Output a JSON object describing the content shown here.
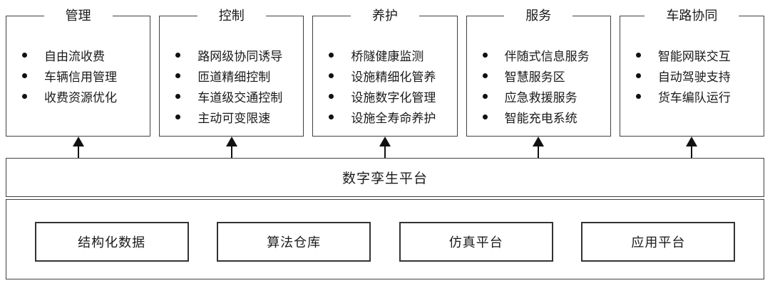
{
  "diagram": {
    "colors": {
      "border": "#404040",
      "text": "#1a1a1a",
      "background": "#ffffff"
    },
    "top_boxes": [
      {
        "title": "管理",
        "items": [
          "自由流收费",
          "车辆信用管理",
          "收费资源优化"
        ]
      },
      {
        "title": "控制",
        "items": [
          "路网级协同诱导",
          "匝道精细控制",
          "车道级交通控制",
          "主动可变限速"
        ]
      },
      {
        "title": "养护",
        "items": [
          "桥隧健康监测",
          "设施精细化管养",
          "设施数字化管理",
          "设施全寿命养护"
        ]
      },
      {
        "title": "服务",
        "items": [
          "伴随式信息服务",
          "智慧服务区",
          "应急救援服务",
          "智能充电系统"
        ]
      },
      {
        "title": "车路协同",
        "items": [
          "智能网联交互",
          "自动驾驶支持",
          "货车编队运行"
        ]
      }
    ],
    "platform_bar": {
      "label": "数字孪生平台"
    },
    "foundation_boxes": [
      "结构化数据",
      "算法仓库",
      "仿真平台",
      "应用平台"
    ]
  }
}
